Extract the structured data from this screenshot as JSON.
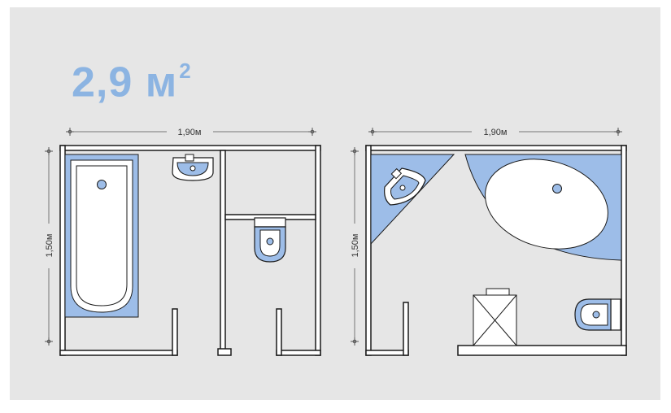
{
  "area": {
    "value": "2,9 м",
    "exponent": "2"
  },
  "plans": [
    {
      "width_label": "1,90м",
      "height_label": "1,50м"
    },
    {
      "width_label": "1,90м",
      "height_label": "1,50м"
    }
  ],
  "colors": {
    "panel": "#e6e6e6",
    "title": "#8cb4e2",
    "fixture_blue": "#9dbde8",
    "wall": "#1a1a1a",
    "fixture_white": "#ffffff"
  },
  "icons": [
    "bathtub-icon",
    "sink-icon",
    "toilet-icon",
    "shower-icon"
  ]
}
